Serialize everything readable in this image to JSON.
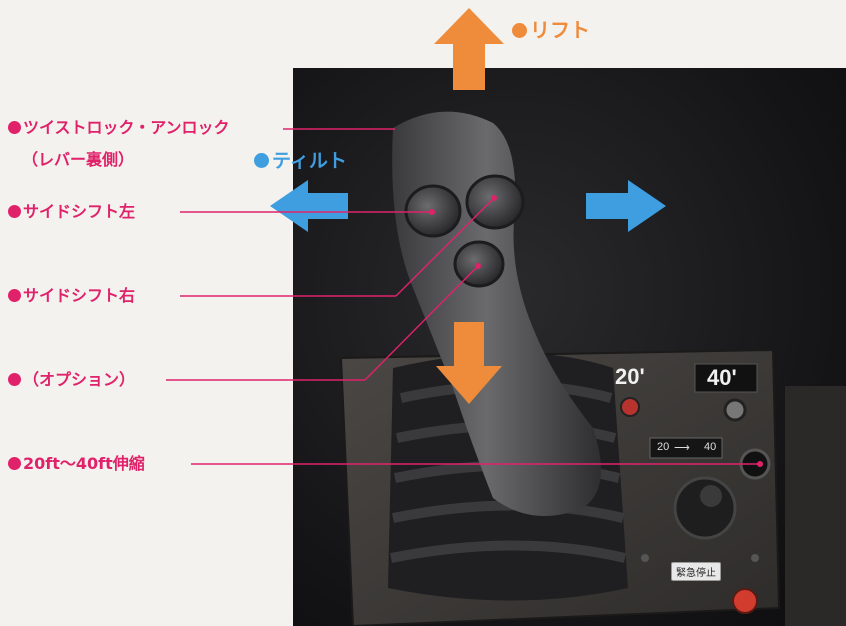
{
  "labels": {
    "twistlock": "ツイストロック・アンロック",
    "twistlock_note": "（レバー裏側）",
    "sideshift_left": "サイドシフト左",
    "sideshift_right": "サイドシフト右",
    "option": "（オプション）",
    "telescope": "20ft〜40ft伸縮"
  },
  "direction_labels": {
    "lift": "リフト",
    "tilt": "ティルト"
  },
  "panel": {
    "size_20": "20'",
    "size_40": "40'",
    "switch_20": "20",
    "switch_40": "40",
    "emergency_stop": "緊急停止"
  },
  "colors": {
    "callout_pink": "#e0226b",
    "tilt_blue": "#3f9ee0",
    "lift_orange": "#ef8c3c"
  }
}
